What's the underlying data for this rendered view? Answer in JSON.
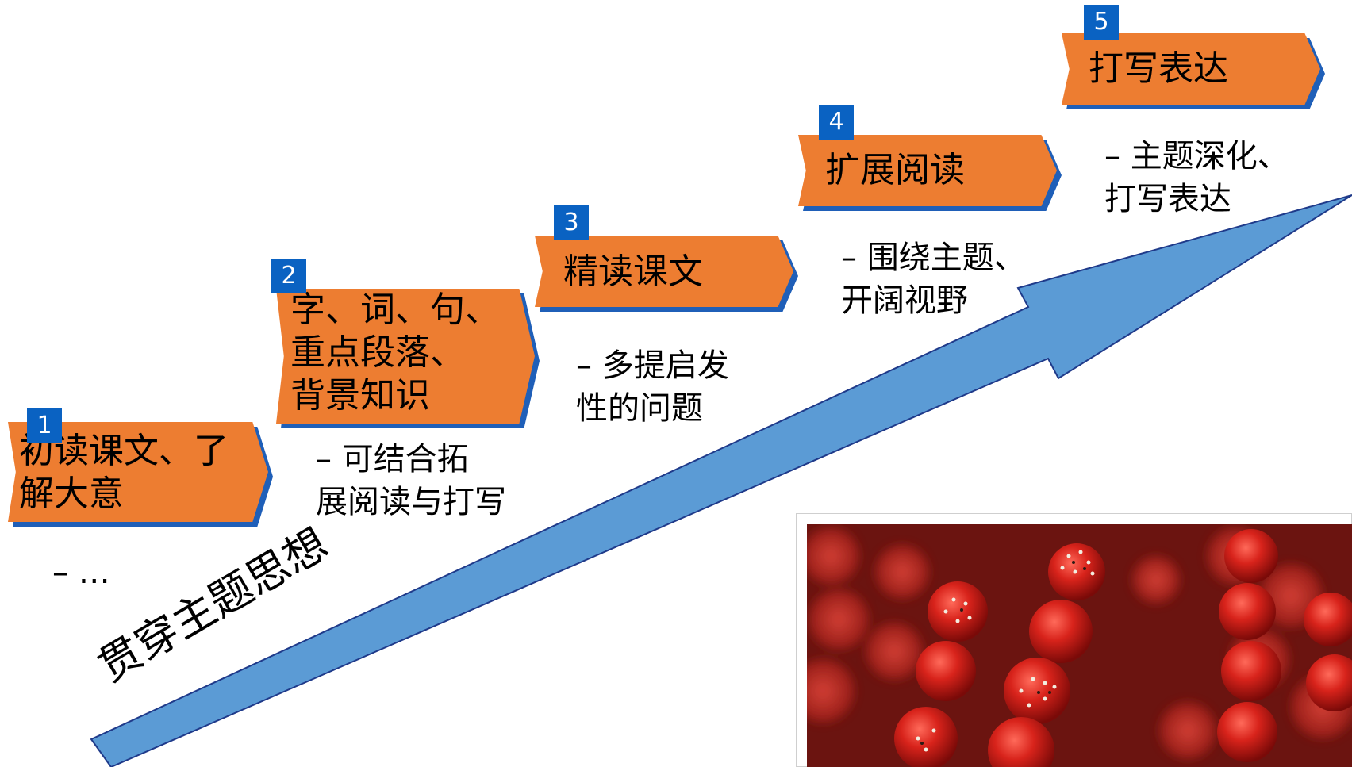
{
  "arrow": {
    "label": "贯穿主题思想",
    "color": "#5B9BD5",
    "outline": "#1F3A8A"
  },
  "steps": [
    {
      "number": "1",
      "title_lines": [
        "初读课文、了",
        "解大意"
      ],
      "desc_lines": [
        "–  …"
      ]
    },
    {
      "number": "2",
      "title_lines": [
        "字、词、句、",
        "重点段落、",
        "背景知识"
      ],
      "desc_lines": [
        "–  可结合拓",
        "展阅读与打写"
      ]
    },
    {
      "number": "3",
      "title_lines": [
        "精读课文"
      ],
      "desc_lines": [
        "–  多提启发",
        "性的问题"
      ]
    },
    {
      "number": "4",
      "title_lines": [
        "扩展阅读"
      ],
      "desc_lines": [
        "–  围绕主题、",
        "开阔视野"
      ]
    },
    {
      "number": "5",
      "title_lines": [
        "打写表达"
      ],
      "desc_lines": [
        "–  主题深化、",
        "打写表达"
      ]
    }
  ],
  "colors": {
    "step_fill": "#ED7D31",
    "step_shadow": "#1F5FB8",
    "badge": "#0A62C2"
  },
  "photo": {
    "subject": "candied-hawthorn-skewers-photo"
  }
}
